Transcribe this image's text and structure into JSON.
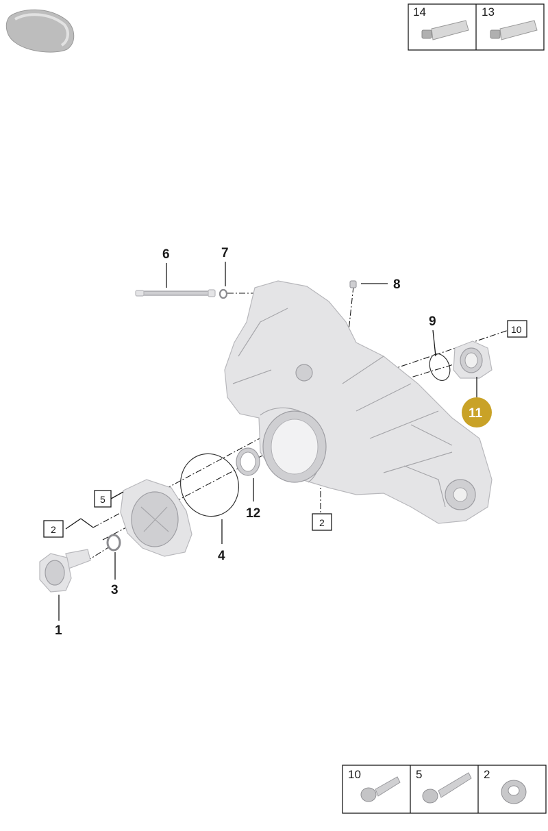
{
  "header_kit": {
    "cells": [
      {
        "number": "14",
        "icon": "tube-icon"
      },
      {
        "number": "13",
        "icon": "tube-icon"
      }
    ]
  },
  "fastener_table": {
    "cells": [
      {
        "number": "10",
        "icon": "bolt-short-icon"
      },
      {
        "number": "5",
        "icon": "bolt-long-icon"
      },
      {
        "number": "2",
        "icon": "flange-nut-icon"
      }
    ]
  },
  "callouts": {
    "c1": "1",
    "c3": "3",
    "c4": "4",
    "c6": "6",
    "c7": "7",
    "c8": "8",
    "c9": "9",
    "c12": "12"
  },
  "boxed_refs": {
    "b10": "10",
    "b5": "5",
    "b2_left": "2",
    "b2_bottom": "2"
  },
  "highlighted_part": {
    "number": "11",
    "color": "#c9a227"
  },
  "colors": {
    "part_fill": "#e4e4e6",
    "part_outline": "#b8b8bc",
    "line": "#1a1a1a"
  }
}
